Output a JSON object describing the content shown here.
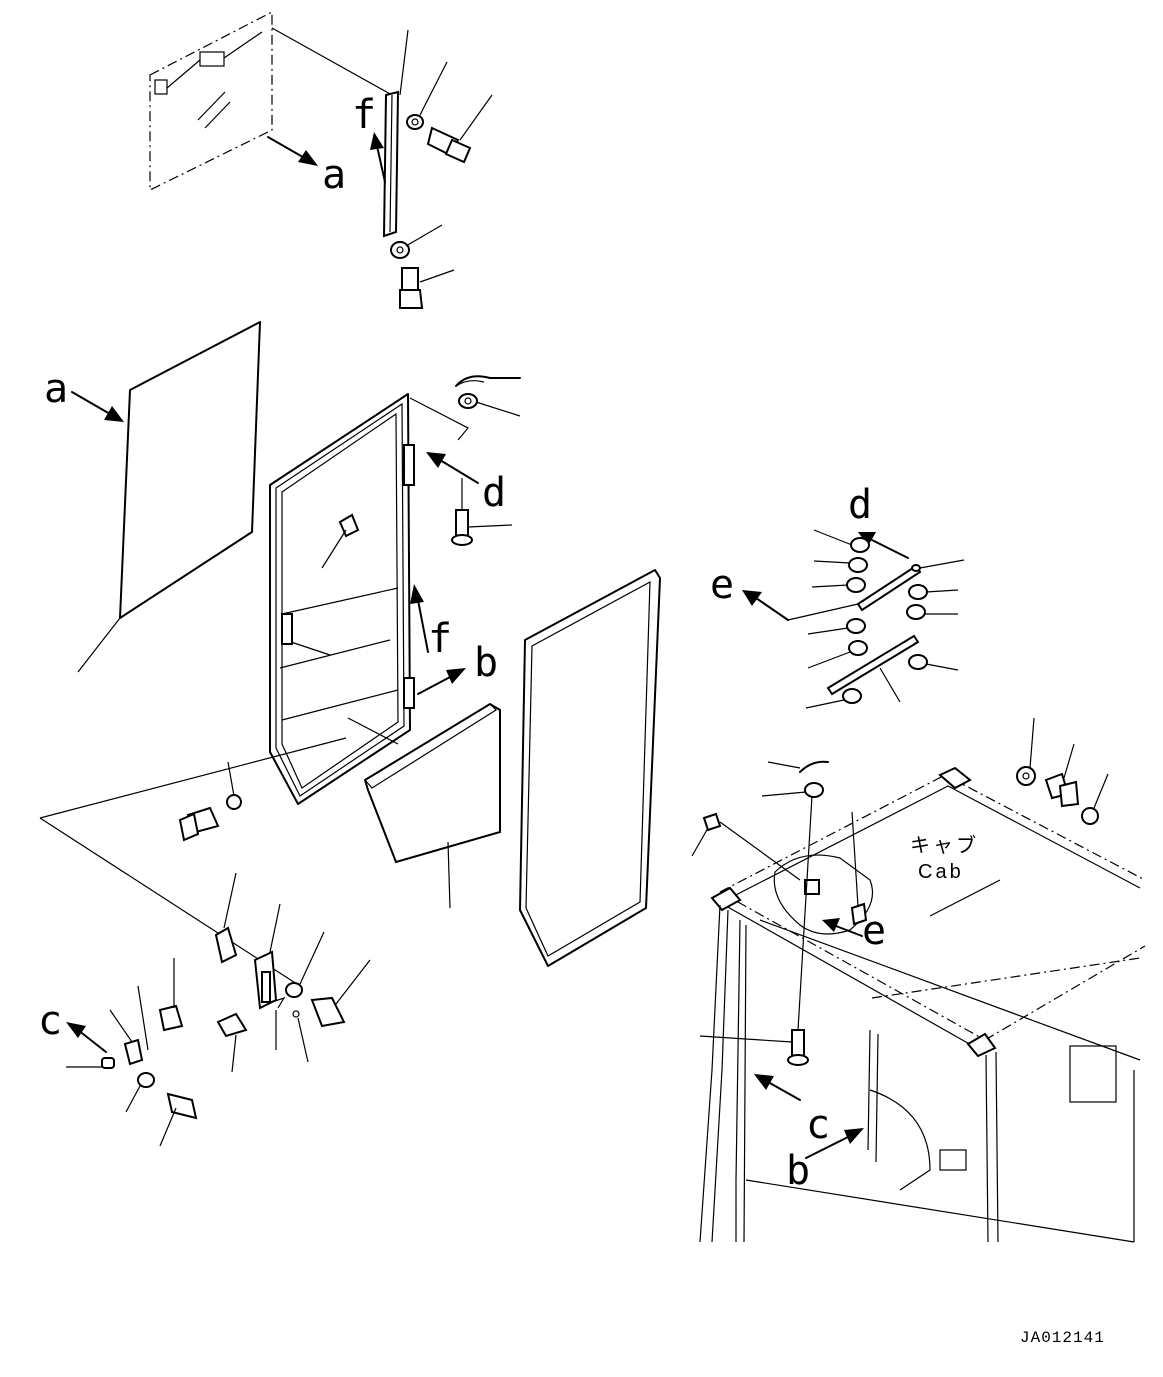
{
  "labels": {
    "a": "a",
    "b": "b",
    "c": "c",
    "d": "d",
    "e": "e",
    "f": "f"
  },
  "cab_label_jp": "キャブ",
  "cab_label_en": "Cab",
  "drawing_code": "JA012141"
}
